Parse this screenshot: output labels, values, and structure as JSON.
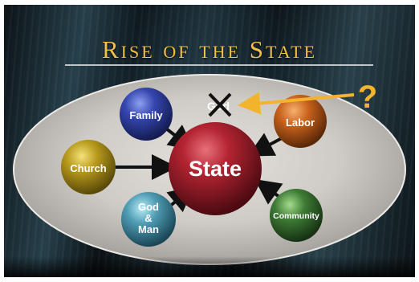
{
  "slide": {
    "title": "Rise of the State",
    "center_label": "State",
    "god_label": "God",
    "question_mark": "?",
    "satellites": {
      "family": "Family",
      "labor": "Labor",
      "church": "Church",
      "god_man": [
        "God",
        "&",
        "Man"
      ],
      "community": "Community"
    },
    "colors": {
      "title": "#f0c048",
      "state": "#a8202a",
      "family": "#2e3f9a",
      "labor": "#c8621c",
      "church": "#b89a1c",
      "god_man": "#4f9cb4",
      "community": "#3f7c36",
      "question": "#f2b42c",
      "cross": "#111111"
    }
  }
}
